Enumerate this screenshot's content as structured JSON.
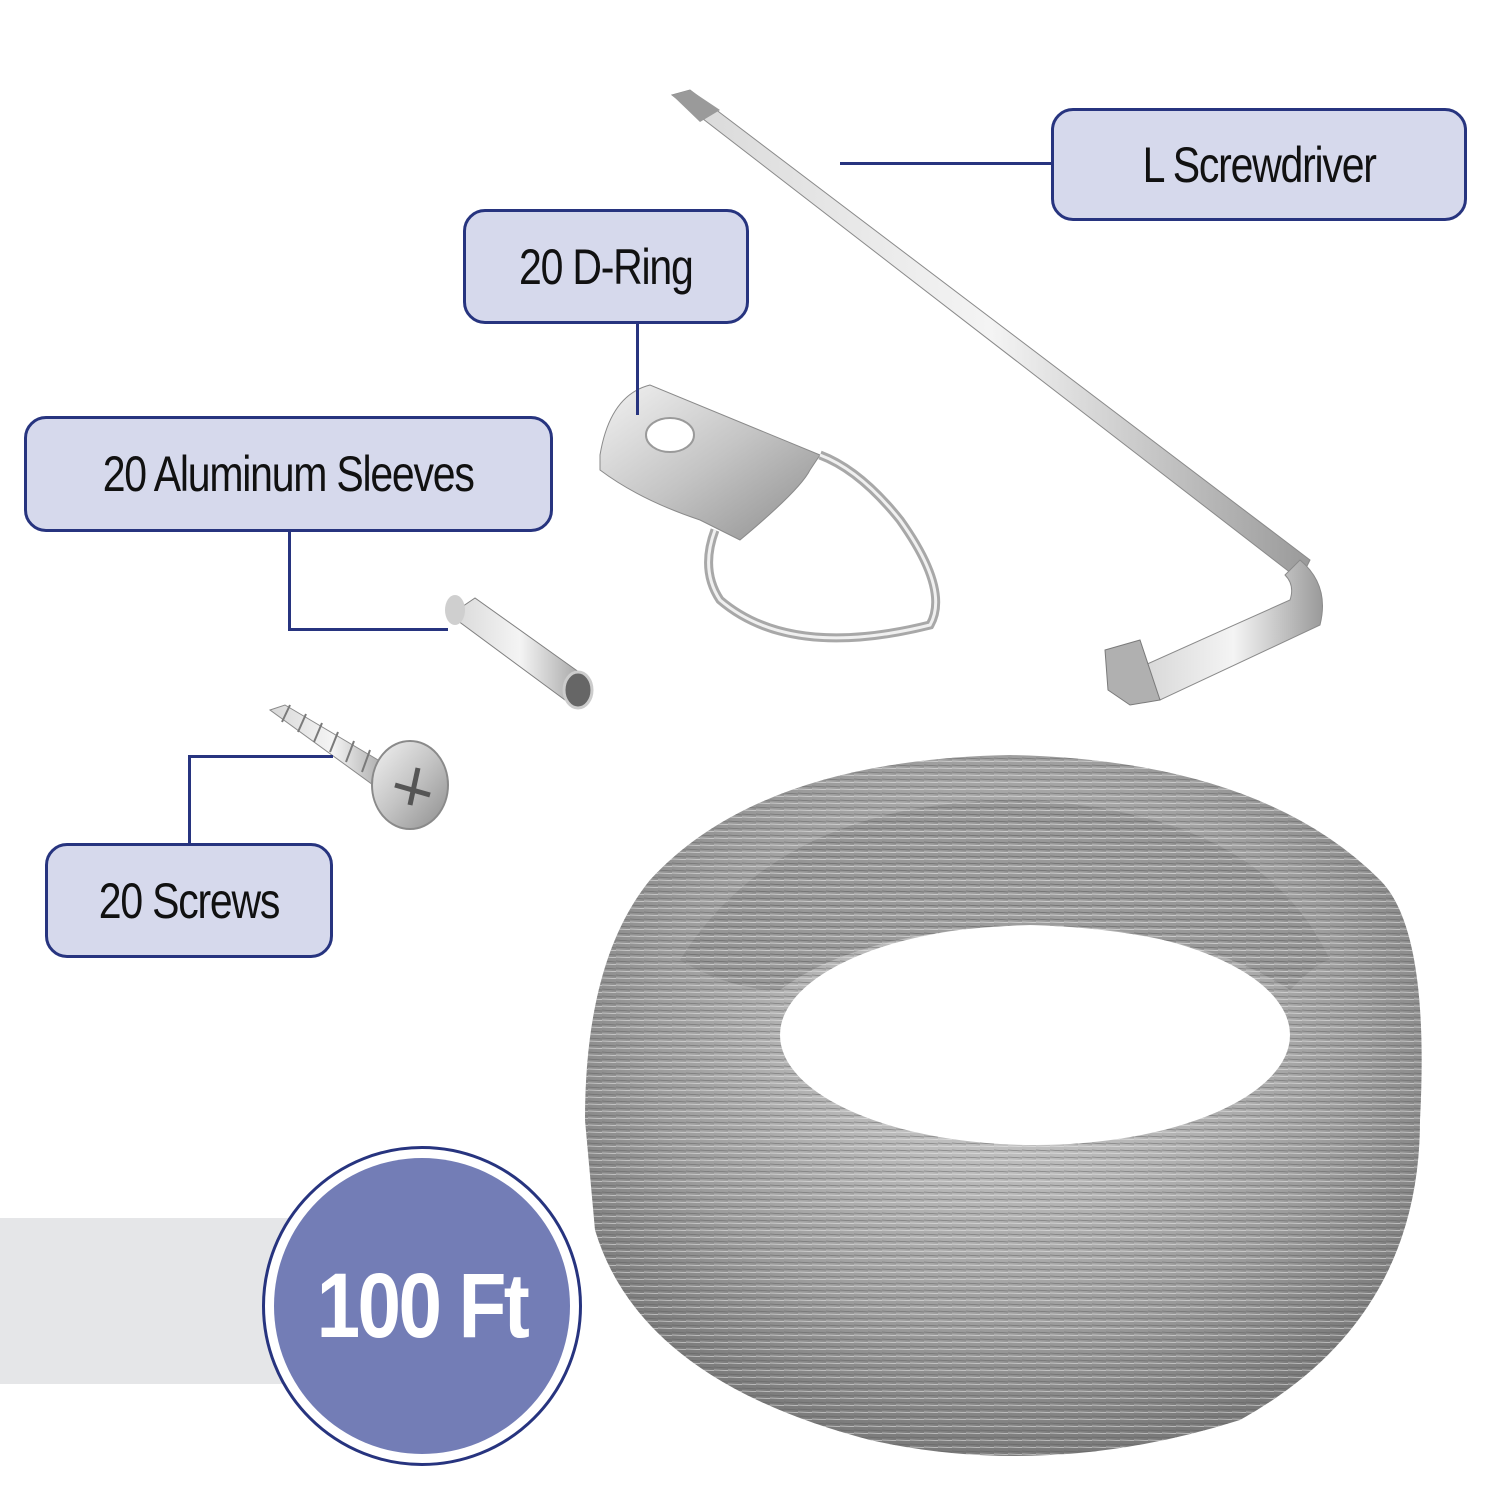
{
  "labels": {
    "screwdriver": "L Screwdriver",
    "d_ring": "20 D-Ring",
    "sleeves": "20 Aluminum Sleeves",
    "screws": "20 Screws"
  },
  "badge": {
    "length": "100 Ft"
  },
  "colors": {
    "label_fill": "#d6d9ec",
    "label_border": "#27347f",
    "badge_fill": "#737db6",
    "band_fill": "#e5e6e8",
    "metal": "#b8b8b8"
  },
  "icons": {
    "screwdriver": "l-screwdriver-icon",
    "d_ring": "d-ring-hanger-icon",
    "sleeve": "aluminum-sleeve-icon",
    "screw": "screw-icon",
    "wire": "wire-coil-icon"
  }
}
